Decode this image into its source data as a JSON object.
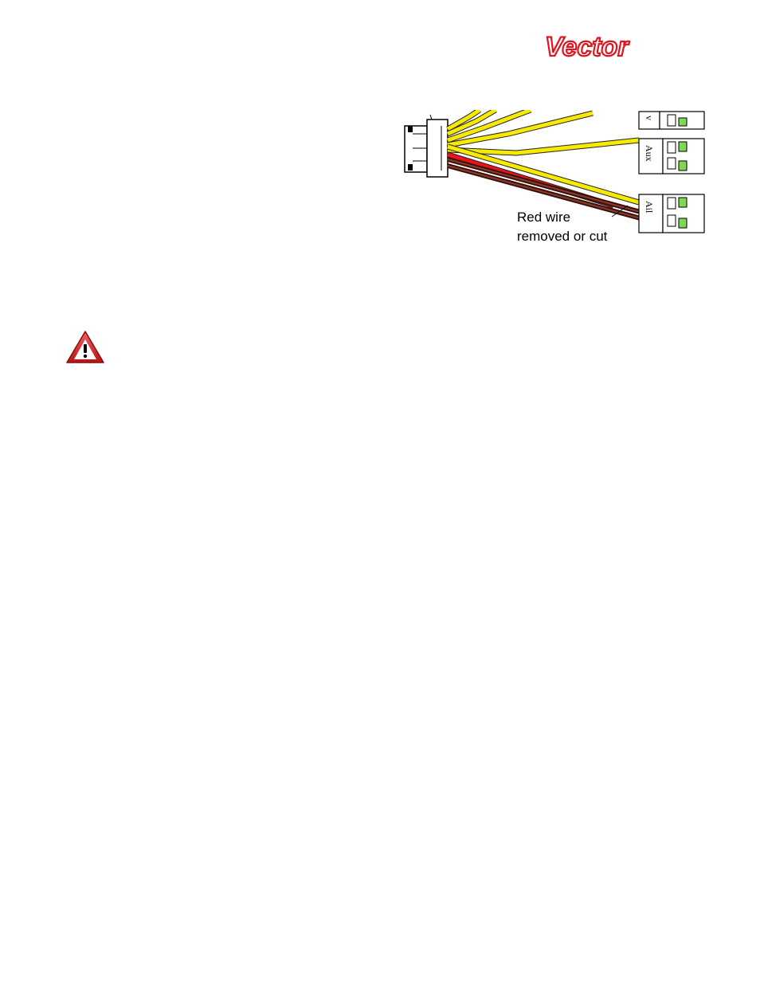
{
  "header": {
    "logo_text": "Vector"
  },
  "diagram": {
    "connectors": [
      {
        "label": "v"
      },
      {
        "label": "Aux"
      },
      {
        "label": "Ail"
      }
    ],
    "annotation": {
      "line1": "Red wire",
      "line2": "removed or cut"
    },
    "colors": {
      "signal_wire": "#f5ea00",
      "power_wire": "#e8141b",
      "ground_wire": "#5a1c14",
      "connector_pin": "#7ed957"
    }
  },
  "warning": {
    "icon": "warning-triangle-icon"
  }
}
